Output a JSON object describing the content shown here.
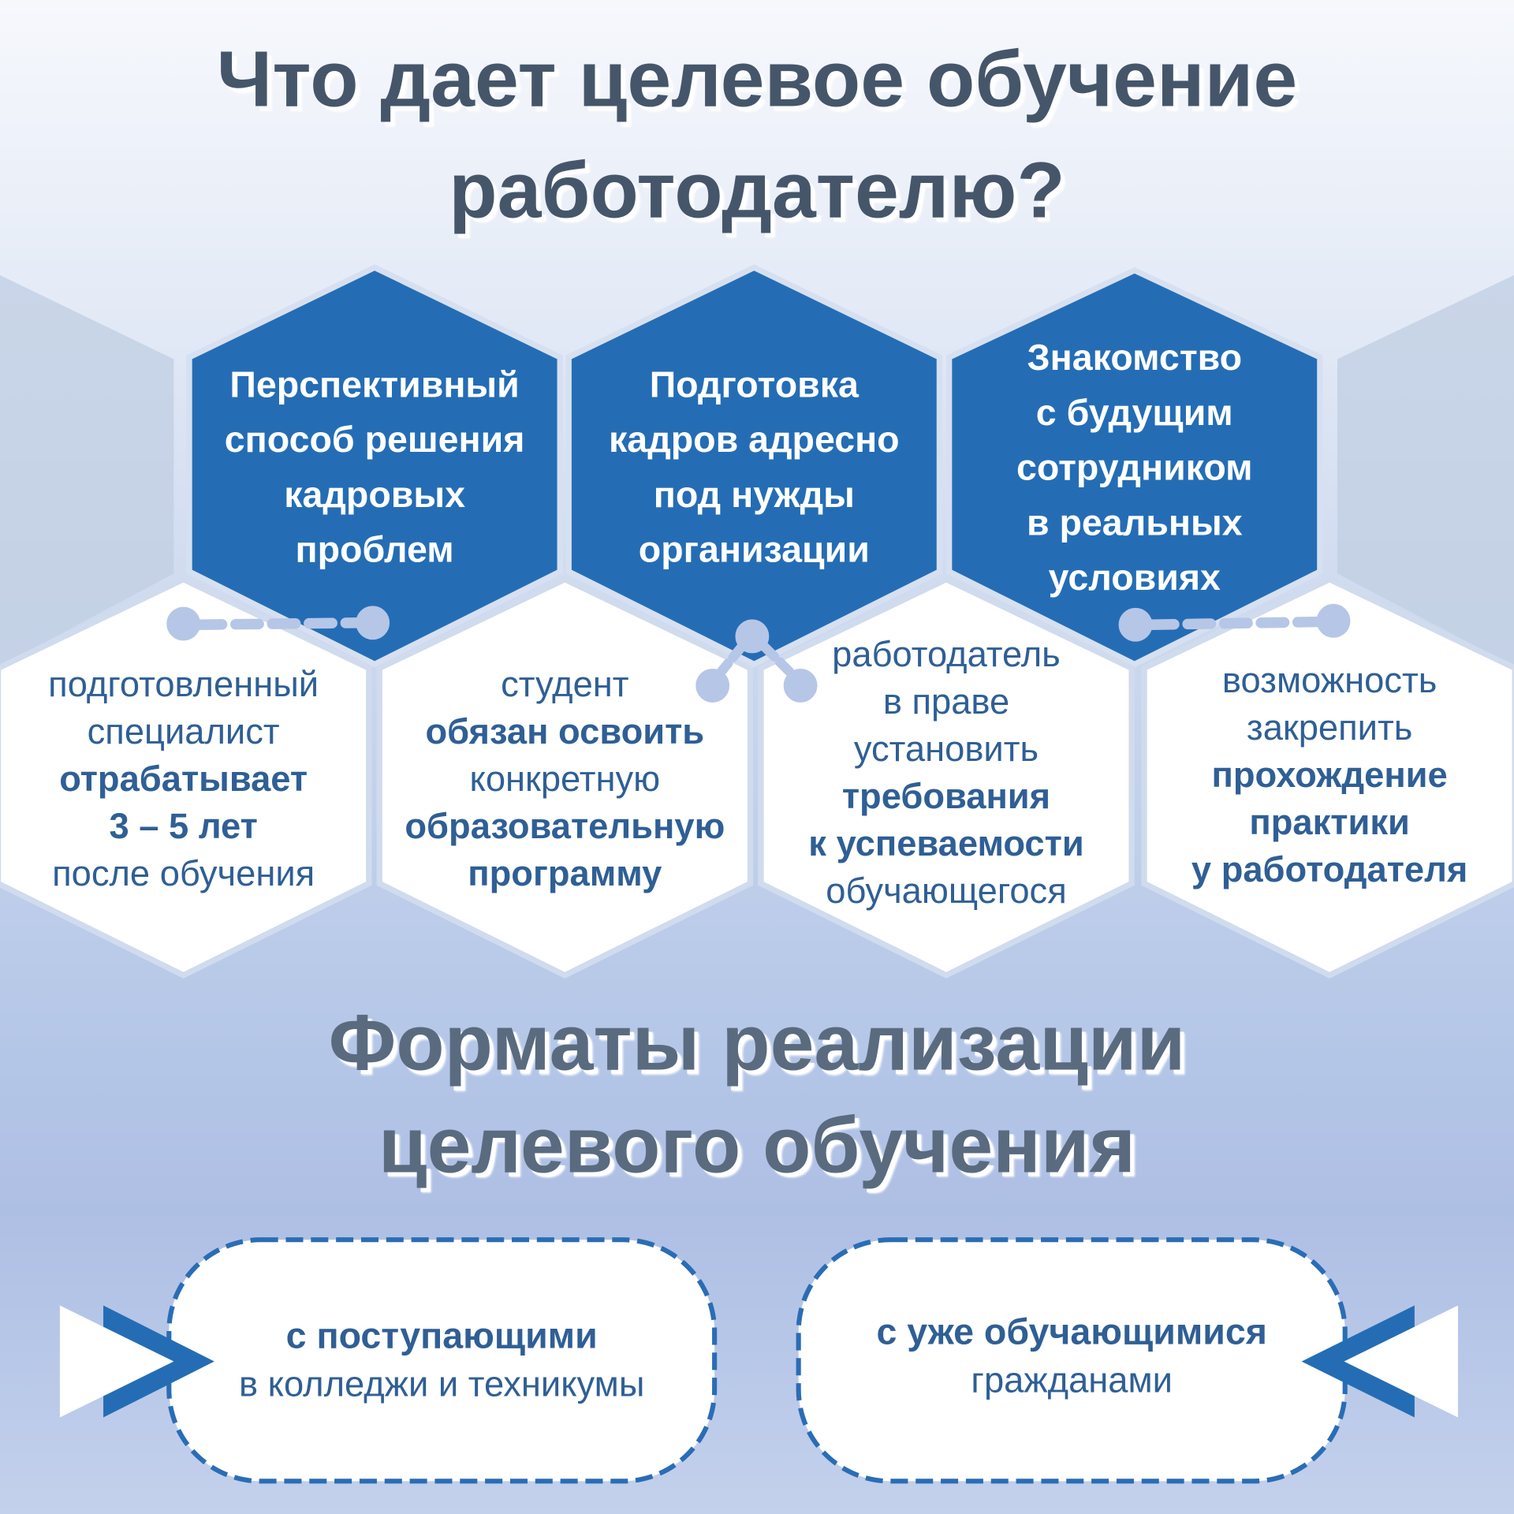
{
  "title": {
    "line1": "Что дает целевое обучение",
    "line2": "работодателю?"
  },
  "benefits": [
    {
      "lines": [
        "Перспективный",
        "способ решения",
        "кадровых",
        "проблем"
      ]
    },
    {
      "lines": [
        "Подготовка",
        "кадров адресно",
        "под нужды",
        "организации"
      ]
    },
    {
      "lines": [
        "Знакомство",
        "с будущим",
        "сотрудником",
        "в реальных",
        "условиях"
      ]
    }
  ],
  "conditions": [
    {
      "lines": [
        {
          "t": "подготовленный",
          "b": false
        },
        {
          "t": "специалист",
          "b": false
        },
        {
          "t": "отрабатывает",
          "b": true
        },
        {
          "t": "3 – 5 лет",
          "b": true
        },
        {
          "t": "после обучения",
          "b": false
        }
      ]
    },
    {
      "lines": [
        {
          "t": "студент",
          "b": false
        },
        {
          "t": "обязан освоить",
          "b": true
        },
        {
          "t": "конкретную",
          "b": false
        },
        {
          "t": "образовательную",
          "b": true
        },
        {
          "t": "программу",
          "b": true
        }
      ]
    },
    {
      "lines": [
        {
          "t": "работодатель",
          "b": false
        },
        {
          "t": "в праве",
          "b": false
        },
        {
          "t": "установить",
          "b": false
        },
        {
          "t": "требования",
          "b": true
        },
        {
          "t": "к успеваемости",
          "b": true
        },
        {
          "t": "обучающегося",
          "b": false
        }
      ]
    },
    {
      "lines": [
        {
          "t": "возможность",
          "b": false
        },
        {
          "t": "закрепить",
          "b": false
        },
        {
          "t": "прохождение",
          "b": true
        },
        {
          "t": "практики",
          "b": true
        },
        {
          "t": "у работодателя",
          "b": true
        }
      ]
    }
  ],
  "formats_title": {
    "line1": "Форматы реализации",
    "line2": "целевого обучения"
  },
  "formats": [
    {
      "bold": "с поступающими",
      "regular": "в колледжи и техникумы"
    },
    {
      "bold": "с уже обучающимися",
      "regular": "гражданами"
    }
  ],
  "colors": {
    "blue_hex": "#246db5",
    "text_blue": "#2f5f95",
    "dot": "#b6c6e6",
    "dash_border": "#2a6db5"
  }
}
